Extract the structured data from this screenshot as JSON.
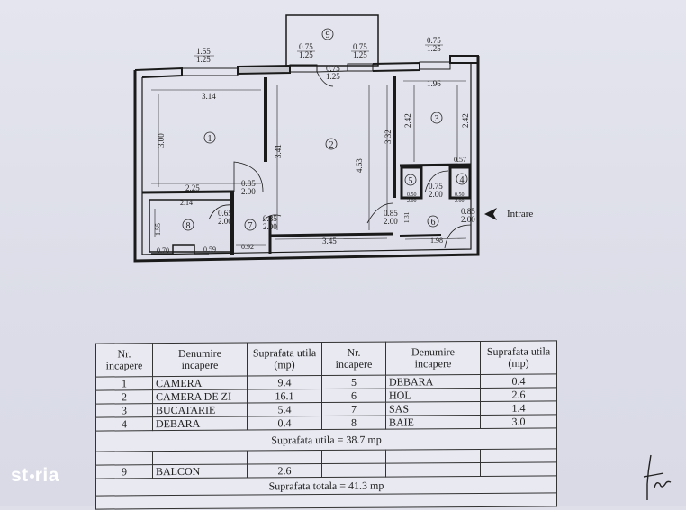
{
  "plan": {
    "dims": {
      "d_155": "1.55",
      "d_125a": "1.25",
      "d_075a": "0.75",
      "d_125b": "1.25",
      "d_075b": "0.75",
      "d_125c": "1.25",
      "d_075c": "0.75",
      "d_125d": "1.25",
      "d_075d": "0.75",
      "d_125e": "1.25",
      "d_314": "3.14",
      "d_300": "3.00",
      "d_225": "2.25",
      "d_341": "3.41",
      "d_463": "4.63",
      "d_332": "3.32",
      "d_196": "1.96",
      "d_242a": "2.42",
      "d_242b": "2.42",
      "d_057": "0.57",
      "d_214": "2.14",
      "d_085a": "0.85",
      "d_200a": "2.00",
      "d_065": "0.65",
      "d_200b": "2.00",
      "d_085b": "0.85",
      "d_200c": "2.00",
      "d_155b": "1.55",
      "d_070": "0.70",
      "d_059": "0.59",
      "d_092": "0.92",
      "d_345": "3.45",
      "d_085c": "0.85",
      "d_200d": "2.00",
      "d_050a": "0.50",
      "d_200e": "2.00",
      "d_075e": "0.75",
      "d_200f": "2.00",
      "d_050b": "0.50",
      "d_200g": "2.00",
      "d_085d": "0.85",
      "d_200h": "2.00",
      "d_198": "1.98",
      "d_131": "1.31"
    },
    "rooms": {
      "r1": "1",
      "r2": "2",
      "r3": "3",
      "r4": "4",
      "r5": "5",
      "r6": "6",
      "r7": "7",
      "r8": "8",
      "r9": "9"
    },
    "entrance_label": "Intrare"
  },
  "table": {
    "headers": {
      "nr": "Nr.\nincapere",
      "denumire": "Denumire\nincapere",
      "suprafata": "Suprafata utila\n(mp)"
    },
    "rows": [
      {
        "nr_l": "1",
        "name_l": "CAMERA",
        "area_l": "9.4",
        "nr_r": "5",
        "name_r": "DEBARA",
        "area_r": "0.4"
      },
      {
        "nr_l": "2",
        "name_l": "CAMERA DE ZI",
        "area_l": "16.1",
        "nr_r": "6",
        "name_r": "HOL",
        "area_r": "2.6"
      },
      {
        "nr_l": "3",
        "name_l": "BUCATARIE",
        "area_l": "5.4",
        "nr_r": "7",
        "name_r": "SAS",
        "area_r": "1.4"
      },
      {
        "nr_l": "4",
        "name_l": "DEBARA",
        "area_l": "0.4",
        "nr_r": "8",
        "name_r": "BAIE",
        "area_r": "3.0"
      }
    ],
    "total_useful": "Suprafata utila = 38.7 mp",
    "balcony": {
      "nr": "9",
      "name": "BALCON",
      "area": "2.6"
    },
    "total": "Suprafata totala = 41.3 mp"
  },
  "logo": {
    "part1": "st",
    "part2": "ria"
  }
}
